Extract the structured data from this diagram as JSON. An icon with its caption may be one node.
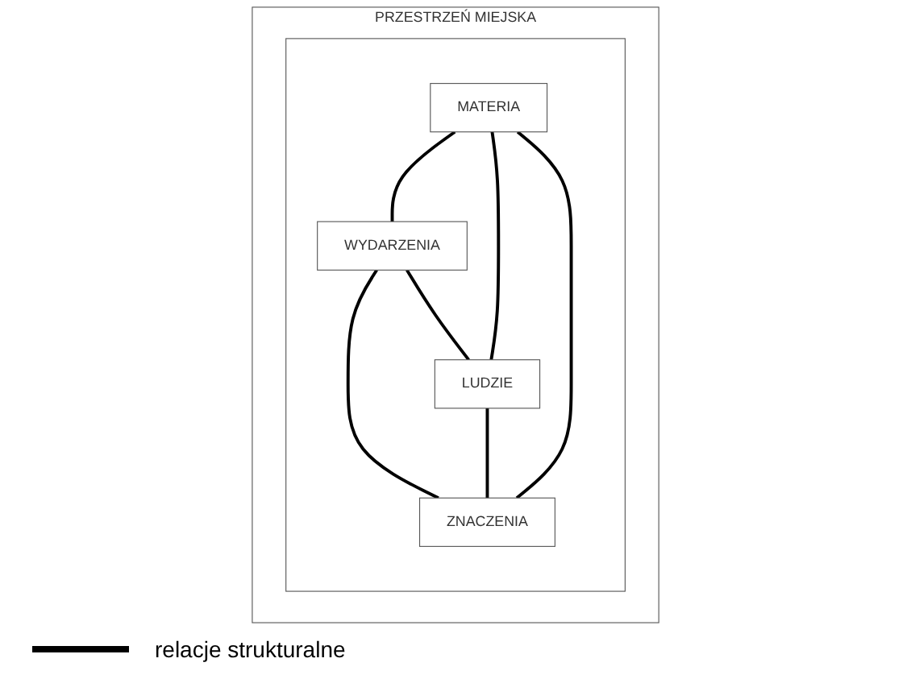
{
  "diagram": {
    "nodes": [
      {
        "text": [
          "PRZESTRZEŃ MIEJSKA"
        ]
      },
      {
        "text": [],
        "shape": "box",
        "in": 0
      },
      {
        "text": [
          "MATERIA"
        ],
        "in": 1
      },
      {
        "text": [
          "WYDARZENIA"
        ],
        "in": 1
      },
      {
        "text": [
          "LUDZIE"
        ],
        "in": 1
      },
      {
        "text": [
          "ZNACZENIA"
        ],
        "in": 1
      }
    ],
    "edges": [
      {
        "from": 2,
        "to": 3,
        "arrow": "none"
      },
      {
        "from": 2,
        "to": 4,
        "arrow": "none"
      },
      {
        "from": 3,
        "to": 5,
        "arrow": "none"
      },
      {
        "from": 4,
        "to": 5,
        "arrow": "none"
      },
      {
        "from": 2,
        "to": 5,
        "arrow": "none"
      },
      {
        "from": 3,
        "to": 4,
        "arrow": "none"
      }
    ],
    "legend": [
      {
        "text": "relacje strukturalne"
      }
    ]
  }
}
